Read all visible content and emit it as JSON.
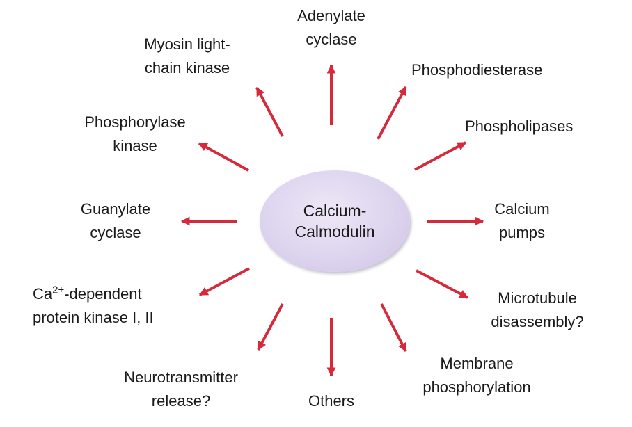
{
  "center": {
    "line1": "Calcium-",
    "line2": "Calmodulin"
  },
  "targets": {
    "adenylate_cyclase": {
      "line1": "Adenylate",
      "line2": "cyclase"
    },
    "phosphodiesterase": {
      "line1": "Phosphodiesterase"
    },
    "phospholipases": {
      "line1": "Phospholipases"
    },
    "calcium_pumps": {
      "line1": "Calcium",
      "line2": "pumps"
    },
    "microtubule_disassembly": {
      "line1": "Microtubule",
      "line2": "disassembly?"
    },
    "membrane_phosphorylation": {
      "line1": "Membrane",
      "line2": "phosphorylation"
    },
    "others": {
      "line1": "Others"
    },
    "neurotransmitter_release": {
      "line1": "Neurotransmitter",
      "line2": "release?"
    },
    "ca_dependent_kinase": {
      "line1_prefix": "Ca",
      "line1_sup": "2+",
      "line1_suffix": "-dependent",
      "line2": "protein kinase I, II"
    },
    "guanylate_cyclase": {
      "line1": "Guanylate",
      "line2": "cyclase"
    },
    "phosphorylase_kinase": {
      "line1": "Phosphorylase",
      "line2": "kinase"
    },
    "myosin_light_chain_kinase": {
      "line1": "Myosin light-",
      "line2": "chain kinase"
    }
  },
  "colors": {
    "arrow": "#d42a3c",
    "hub_fill": "#ddd4ee"
  }
}
